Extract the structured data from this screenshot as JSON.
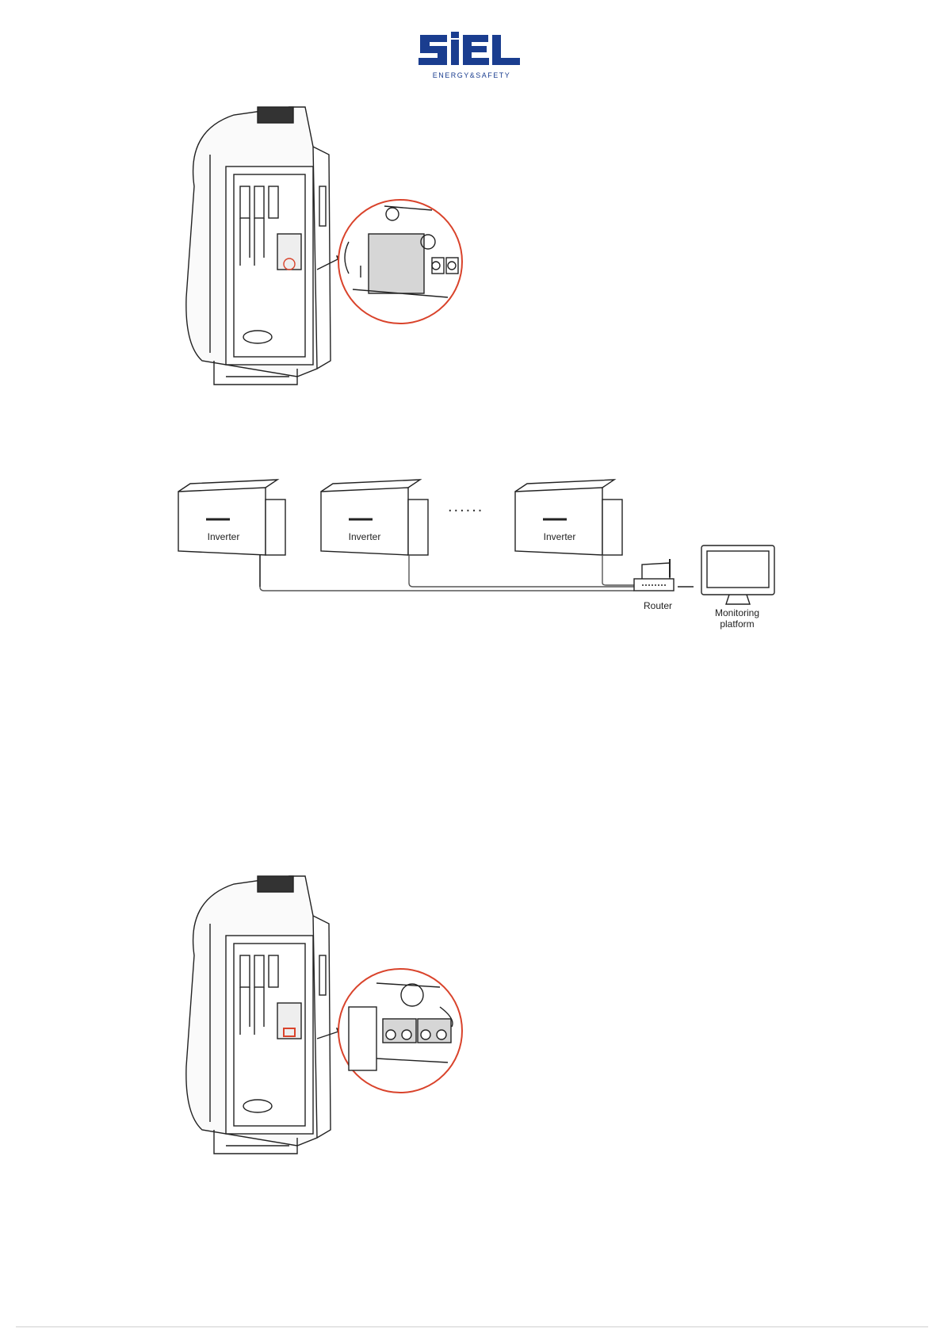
{
  "logo": {
    "wordmark": "SiEL",
    "tagline": "ENERGY&SAFETY",
    "brand_color": "#1a3d8f"
  },
  "network_diagram": {
    "inverter_label": "Inverter",
    "ellipsis": "......",
    "router_label": "Router",
    "monitor_label_line1": "Monitoring",
    "monitor_label_line2": "platform"
  },
  "colors": {
    "callout_circle": "#d9432b",
    "line_art": "#222222",
    "module_fill": "#d6d6d6"
  }
}
